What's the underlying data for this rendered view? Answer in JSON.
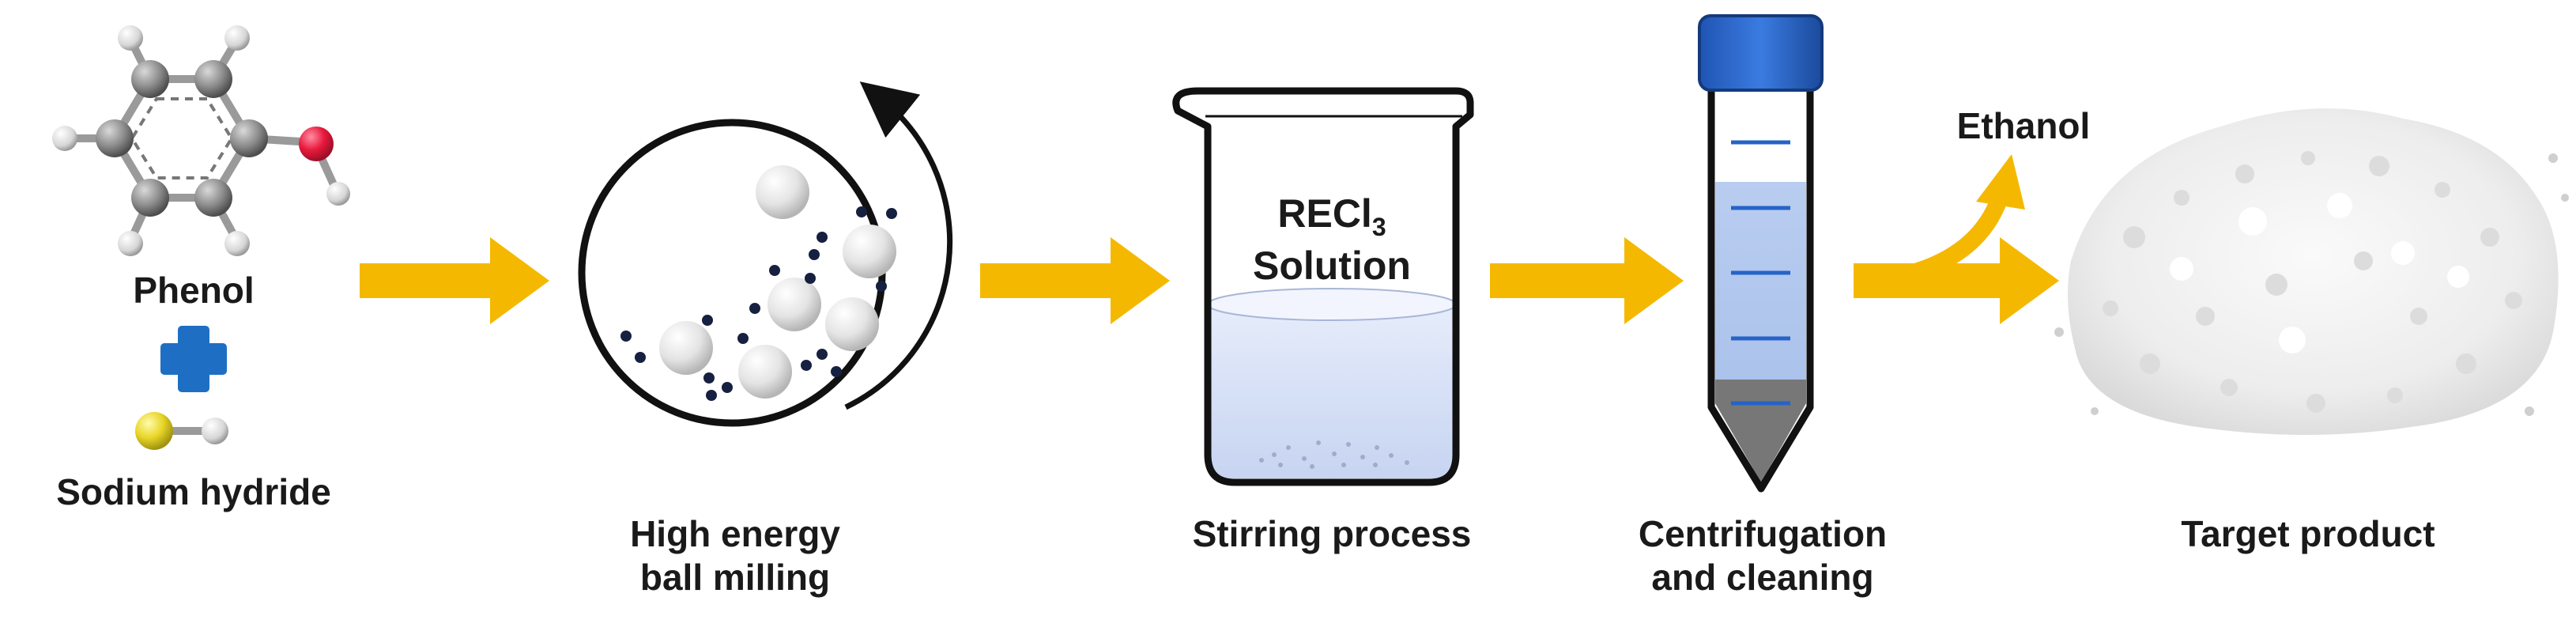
{
  "reactants": {
    "phenol_label": "Phenol",
    "sodium_hydride_label": "Sodium hydride"
  },
  "steps": {
    "ball_milling_line1": "High energy",
    "ball_milling_line2": "ball milling",
    "stirring": "Stirring process",
    "centrifugation_line1": "Centrifugation",
    "centrifugation_line2": "and cleaning",
    "target": "Target product"
  },
  "beaker": {
    "solution_main": "RECl",
    "solution_sub": "3",
    "solution_line2": "Solution"
  },
  "byproduct": {
    "ethanol_label": "Ethanol"
  },
  "colors": {
    "arrow": "#f5b800",
    "plus": "#1e6fc4",
    "tube_cap": "#2563c8",
    "oxygen": "#e8193c",
    "sodium": "#e8d627"
  },
  "icons": [
    "phenol-molecule-icon",
    "plus-icon",
    "sodium-hydride-molecule-icon",
    "ball-mill-jar-icon",
    "beaker-icon",
    "centrifuge-tube-icon",
    "powder-pile-icon"
  ]
}
